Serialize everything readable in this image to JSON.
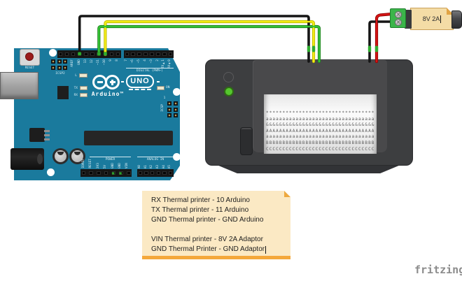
{
  "page": {
    "watermark": "fritzing",
    "background": "#ffffff"
  },
  "arduino": {
    "part": "Arduino UNO",
    "board_color": "#1a7a9d",
    "labels": {
      "reset": "RESET",
      "icsp2": "ICSP2",
      "icsp": "ICSP",
      "icsp_pin1": "1",
      "digital_header": "DIGITAL (PWM~)",
      "power_header": "POWER",
      "analog_header": "ANALOG IN",
      "led_l": "L",
      "led_tx": "TX",
      "led_rx": "RX",
      "led_on": "ON",
      "brand": "Arduino™",
      "model": "UNO"
    },
    "digital_pins_left": [
      "",
      "",
      "AREF",
      "GND",
      "13",
      "12",
      "~11",
      "~10",
      "9",
      "8"
    ],
    "digital_pins_right": [
      "7",
      "~6",
      "~5",
      "4",
      "~3",
      "2",
      "TX▶1",
      "RX◀0"
    ],
    "power_pins": [
      "IOREF",
      "RESET",
      "3V3",
      "5V",
      "GND",
      "GND",
      "VIN"
    ],
    "analog_pins": [
      "A0",
      "A1",
      "A2",
      "A3",
      "A4",
      "A5"
    ]
  },
  "printer": {
    "part": "Thermal printer",
    "body_color": "#3d3e40",
    "led_color": "#55c72e",
    "paper_lines": [
      "*********************************",
      "aaaaaaaaaaaaaaaaaaaaaaaaaaaaaaaaa",
      "&&&&&&&&&&&&&&&&&&&&&&&&&&&&&&&&&",
      "AAAAAAAAAAAAAAAAAAAAAAAAAAAAAAAAA",
      "aaaaaaaaaaaaaaaaaaaaaaaaaaaaaaaaa",
      "BBBBBBBBBBBBBBBBBBBBBBBBBBBBBBBBB",
      "CCCCCCCCCCCCCCCCCCCCCCCCCCCCCCCCC"
    ]
  },
  "adapter": {
    "part": "Power adapter",
    "label": "8V 2A",
    "body_color": "#f4dca6",
    "terminal_color": "#3bb54a"
  },
  "note": {
    "bg_color": "#fbe9c4",
    "bar_color": "#f4a83b",
    "lines": [
      "RX Thermal printer - 10 Arduino",
      "TX Thermal printer - 11 Arduino",
      "GND Thermal printer - GND Arduino",
      "",
      "VIN Thermal printer - 8V 2A Adaptor",
      "GND Thermal Printer - GND Adaptor"
    ]
  },
  "wires": {
    "gnd_arduino": "#151515",
    "rx_yellow": "#f2ec16",
    "tx_green": "#35c335",
    "vin_red": "#d41414",
    "gnd_adaptor": "#151515",
    "connector_green": "#2fae2f"
  }
}
